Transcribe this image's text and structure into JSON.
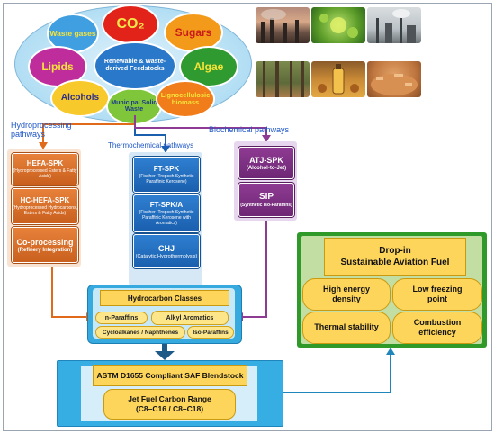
{
  "feedstocks": {
    "center_label": "Renewable & Waste-derived Feedstocks",
    "items": [
      {
        "id": "waste-gases",
        "label": "Waste gases",
        "bg": "#3f9fe0",
        "fg": "#f7e43a"
      },
      {
        "id": "co2",
        "label": "CO₂",
        "bg": "#e2231a",
        "fg": "#f5e84a"
      },
      {
        "id": "sugars",
        "label": "Sugars",
        "bg": "#f49a1a",
        "fg": "#c81b1b"
      },
      {
        "id": "lipids",
        "label": "Lipids",
        "bg": "#bf2c9c",
        "fg": "#f7e43a"
      },
      {
        "id": "algae",
        "label": "Algae",
        "bg": "#2f9a2f",
        "fg": "#f7e43a"
      },
      {
        "id": "alcohols",
        "label": "Alcohols",
        "bg": "#f7c92a",
        "fg": "#2d2d8a"
      },
      {
        "id": "msw",
        "label": "Municipal Solid Waste",
        "bg": "#7fc63a",
        "fg": "#1e3b8a"
      },
      {
        "id": "lignocellulosic",
        "label": "Lignocellulosic biomass",
        "bg": "#f07c1a",
        "fg": "#f7e43a"
      }
    ]
  },
  "pathway_labels": {
    "hydroprocessing": "Hydroprocessing pathways",
    "thermochemical": "Thermochemical pathways",
    "biochemical": "Biochemical pathways"
  },
  "hydroprocessing": [
    {
      "title": "HEFA-SPK",
      "sub": "(Hydroprocessed Esters & Fatty Acids)"
    },
    {
      "title": "HC-HEFA-SPK",
      "sub": "(Hydroprocessed Hydrocarbons, Esters & Fatty Acids)"
    },
    {
      "title": "Co-processing",
      "sub": "(Refinery Integration)"
    }
  ],
  "thermochemical": [
    {
      "title": "FT-SPK",
      "sub": "(Fischer–Tropsch Synthetic Paraffinic Kerosene)"
    },
    {
      "title": "FT-SPK/A",
      "sub": "(Fischer–Tropsch Synthetic Paraffinic Kerosene with Aromatics)"
    },
    {
      "title": "CHJ",
      "sub": "(Catalytic Hydrothermolysis)"
    }
  ],
  "biochemical": [
    {
      "title": "ATJ-SPK",
      "sub": "(Alcohol-to-Jet)"
    },
    {
      "title": "SIP",
      "sub": "(Synthetic Iso-Paraffins)"
    }
  ],
  "hydrocarbons": {
    "title": "Hydrocarbon Classes",
    "classes": [
      "n-Paraffins",
      "Alkyl Aromatics",
      "Cycloalkanes / Naphthenes",
      "Iso-Paraffins"
    ]
  },
  "saf": {
    "blendstock": "ASTM D1655 Compliant SAF Blendstock",
    "range_line1": "Jet Fuel Carbon Range",
    "range_line2": "(C8–C16 / C8–C18)"
  },
  "dropin": {
    "title_line1": "Drop-in",
    "title_line2": "Sustainable Aviation Fuel",
    "properties": [
      {
        "l1": "High energy",
        "l2": "density"
      },
      {
        "l1": "Low freezing",
        "l2": "point"
      },
      {
        "l1": "Thermal stability",
        "l2": ""
      },
      {
        "l1": "Combustion",
        "l2": "efficiency"
      }
    ]
  }
}
